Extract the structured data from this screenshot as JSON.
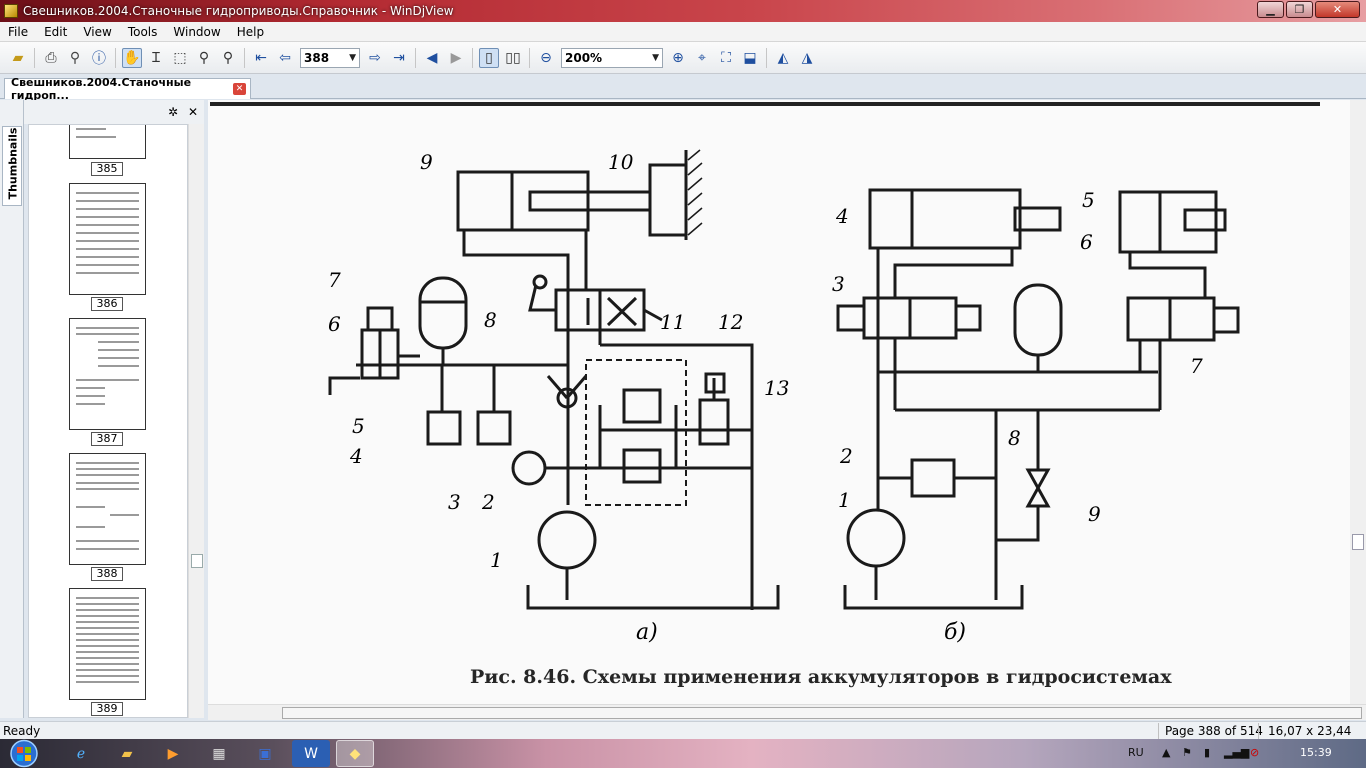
{
  "window": {
    "title": "Свешников.2004.Станочные гидроприводы.Справочник - WinDjView"
  },
  "menu": [
    "File",
    "Edit",
    "View",
    "Tools",
    "Window",
    "Help"
  ],
  "toolbar": {
    "page_value": "388",
    "zoom_value": "200%"
  },
  "tab": {
    "label": "Свешников.2004.Станочные гидроп...",
    "close": "✕"
  },
  "sidepanel": {
    "tab_label": "Thumbnails",
    "thumbs": [
      "385",
      "386",
      "387",
      "388",
      "389"
    ]
  },
  "diagram": {
    "labels_a": [
      "9",
      "10",
      "7",
      "8",
      "11",
      "12",
      "6",
      "13",
      "5",
      "4",
      "3",
      "2",
      "1",
      "а)"
    ],
    "labels_b": [
      "4",
      "5",
      "6",
      "3",
      "7",
      "8",
      "2",
      "9",
      "1",
      "б)"
    ],
    "caption": "Рис. 8.46. Схемы применения аккумуляторов в гидросистемах"
  },
  "status": {
    "left": "Ready",
    "page": "Page 388 of 514",
    "size": "16,07 x 23,44 cm"
  },
  "tray": {
    "lang": "RU",
    "time": "15:39"
  }
}
